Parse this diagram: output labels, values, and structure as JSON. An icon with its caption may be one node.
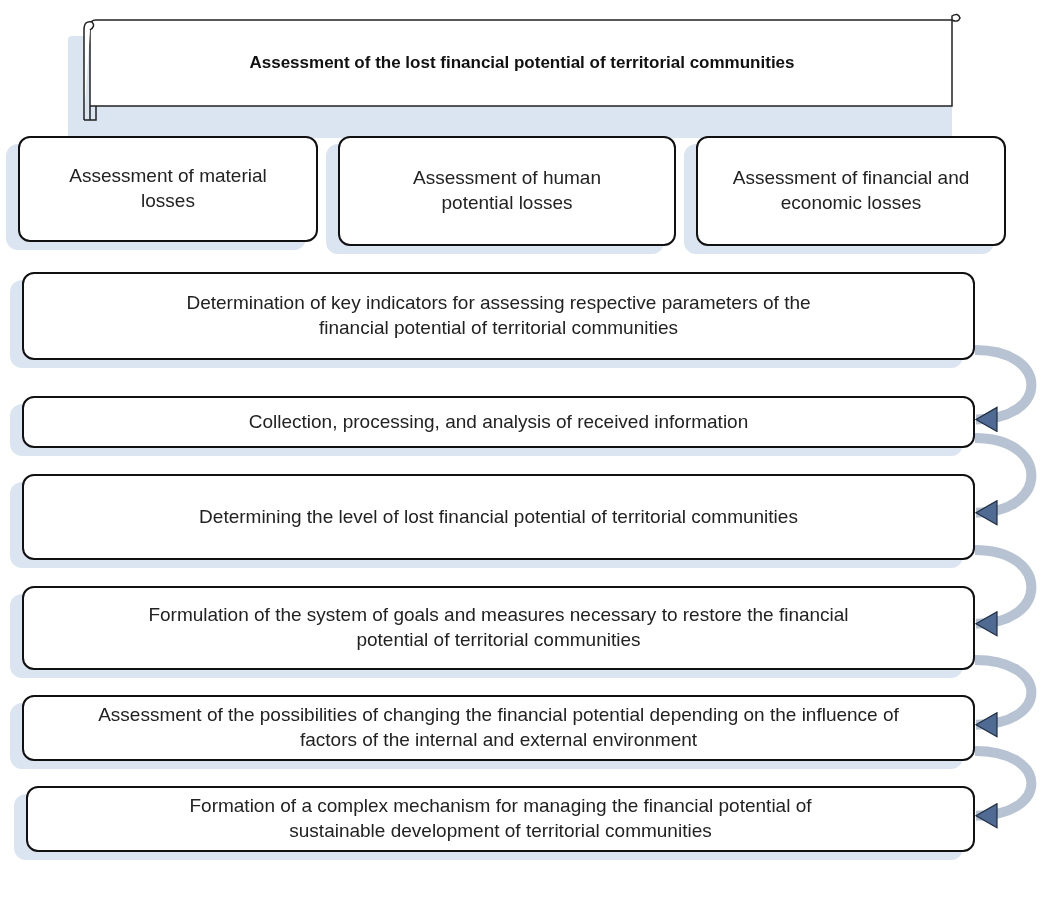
{
  "diagram": {
    "nodes": [
      {
        "text": [
          "Assessment of the lost financial potential of territorial communities"
        ]
      },
      {
        "text": [
          "Assessment of material losses"
        ]
      },
      {
        "text": [
          "Assessment of human potential losses"
        ]
      },
      {
        "text": [
          "Assessment of financial and economic losses"
        ]
      },
      {
        "text": [
          "Determination of key indicators for assessing respective parameters of the financial potential of territorial communities"
        ]
      },
      {
        "text": [
          "Collection, processing, and analysis of received information"
        ]
      },
      {
        "text": [
          "Determining the level of lost financial potential of territorial communities"
        ]
      },
      {
        "text": [
          "Formulation of the system of goals and measures necessary to restore the financial potential of territorial communities"
        ]
      },
      {
        "text": [
          "Assessment of the possibilities of changing the financial potential depending on the influence of factors of the internal and external environment"
        ]
      },
      {
        "text": [
          "Formation of a complex mechanism for managing the financial potential of sustainable development of territorial communities"
        ]
      }
    ],
    "edges": [
      {
        "from": 4,
        "to": 5,
        "arrow": "to"
      },
      {
        "from": 5,
        "to": 6,
        "arrow": "to"
      },
      {
        "from": 6,
        "to": 7,
        "arrow": "to"
      },
      {
        "from": 7,
        "to": 8,
        "arrow": "to"
      },
      {
        "from": 8,
        "to": 9,
        "arrow": "to"
      }
    ]
  }
}
